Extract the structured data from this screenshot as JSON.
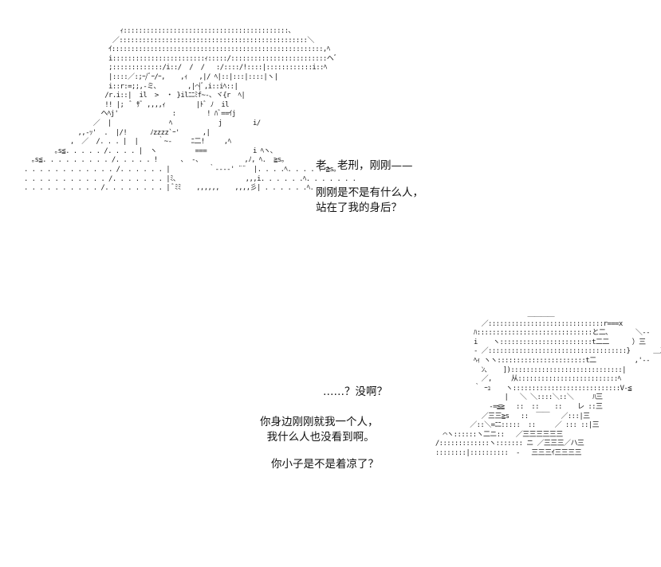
{
  "art": {
    "top_figure": "                         ｨ:::::::::::::::::::::::::::::::::::::::::::､\n                       ／:::::::::::::::::::::::::::::::::::::::::::::::::＼\n                      ｲ:::::::::::::::::::::::::::::::::::::::::::::::::::::::,ﾍ\n                      i::::::::::::::::::::::::ｨ:::::/:::::::::::::::::::::::::ヘﾞ\n                      ;:::::::::::::/i::/  /  /   :/::::/!::::|::::::::::::i::ﾍ\n                      |::::／:;ｰ/ﾞｰ/ｰ,    ,ｨ   ,|/ ﾍ|::|:::|::::|ヽ|\n                      i::r:=;;,-ミ､        ,|⌒|ﾞ,i::iﾍ::|\n                     /r.i::|  il  >  ・ }ilﾆﾆﾐf~‐､ ヾ{r  ﾍ|\n                     !! |;  ﾞ ｻﾞ ,,,,ｨ        |ﾄﾞ ﾉ  il\n                    ヘﾍj'              :        ! ﾊﾞ==ｲj\n                  ／  |               ﾍ            j        i/\n              ,,-ｯ'  .  |/!      ﾉzzzz`ｰ'      ,|\n            ,  ／  /. . . |  |     ｀~‐     ﾆ二!     ,ﾍ\n        ｡s≦. . . . . /. . . . |  ヽ          ===            i ﾍヽ､\n  ｡s≦. . . . . . . . . /. . . . . !      ､  ‐、           ,ﾉ, ﾍ.  ≧s｡\n. . . . . . . . . . . . /. . . . . . |          ｀‐‐‐‐' ¨¨  |. . . .ﾍ. . . . . ≧s｡\n. . . . . . . . . . . /. . . . . . . |ﾐ､                  ,,,i. . . . . .ﾍ. . . . . . .\n. . . . . . . . . . /. . . . . . . . | ﾞﾐﾐ    ,,,,,,    ,,,,彡| . . . . . .ﾍ. . . . . . .",
    "bottom_figure": "                                    ＿＿＿＿\n                        ／::::::::::::::::::::::::::::::r===x\n                      ﾊ::::::::::::::::::::::::::::::と二､       ＼‐‐\n                      i    ヽ::::::::::::::::::::::::t二二      ）三\n                      ‐ ／::::::::::::::::::::::::::::::::::::}      ＿三\n                      ﾍｨ ヽヽ:::::::::::::::::::::::t二          ,'‐‐\n                        ﾝ､    ]):::::::::::::::::::::::::::::|\n                        ／,     从::::::::::::::::::::::::::ﾍ\n                      ｀ ｰｭ    ヽ::::::::::::::::::::::::::::V‐≦\n                              |   ＼ ＼::::＼::＼     ﾊ三\n                          ‐=≦≧   ::  ::    ::    レ ::三\n                        ／三三≧s   ::  ￣￣   ／:::|三\n                     ／::＼=ﾆﾆ:::::  ::     ／ ::: ::|三\n              ⌒ヽ::::::ヽ二ニ::   ／三三三三三三\n            /:::::::::::::ヽ::::::: ニ ／三三三／ハ三\n            ::::::::|::::::::::  ‐   三三三ｲ三三三三"
  },
  "speech": {
    "top_line1": "老、老刑，刚刚——",
    "top_line2": "刚刚是不是有什么人，\n站在了我的身后？",
    "bottom_line1": "……？没啊？",
    "bottom_line2": "你身边刚刚就我一个人，\n  我什么人也没看到啊。",
    "bottom_line3": "你小子是不是着凉了？"
  }
}
